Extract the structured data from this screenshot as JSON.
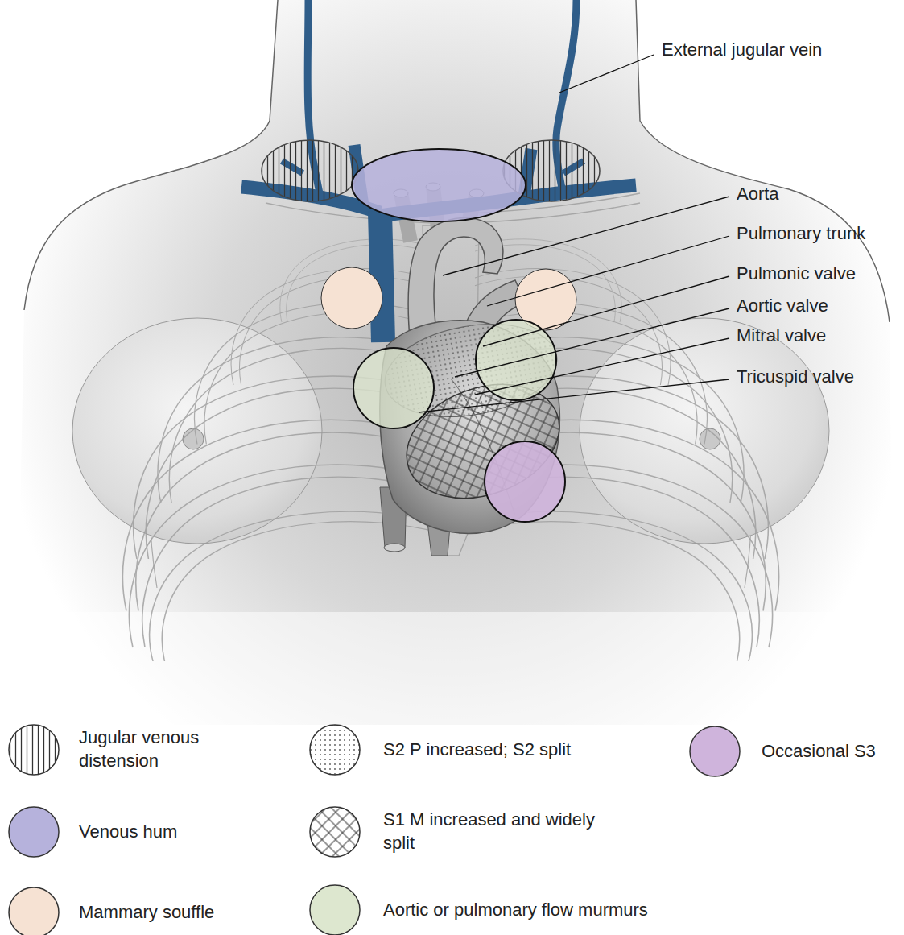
{
  "diagram": {
    "labels": [
      "External jugular vein",
      "Aorta",
      "Pulmonary trunk",
      "Pulmonic valve",
      "Aortic valve",
      "Mitral valve",
      "Tricuspid valve"
    ],
    "legend": [
      {
        "text": "Jugular venous distension"
      },
      {
        "text": "Venous hum",
        "color": "#b6b2dc"
      },
      {
        "text": "Mammary souffle",
        "color": "#f6e2d3"
      },
      {
        "text": "S2 P increased; S2 split"
      },
      {
        "text": "S1 M increased and widely split"
      },
      {
        "text": "Aortic or pulmonary flow murmurs",
        "color": "#dde7cf"
      },
      {
        "text": "Occasional S3",
        "color": "#cfb4dc"
      }
    ]
  }
}
